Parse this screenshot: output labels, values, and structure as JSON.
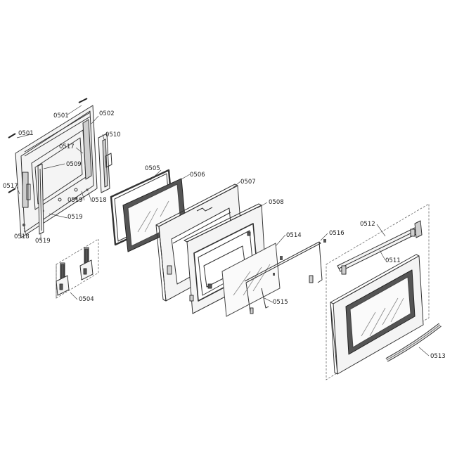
{
  "callouts": [
    {
      "id": "c0501a",
      "label": "0501"
    },
    {
      "id": "c0501b",
      "label": "0501"
    },
    {
      "id": "c0502",
      "label": "0502"
    },
    {
      "id": "c0510",
      "label": "0510"
    },
    {
      "id": "c0517a",
      "label": "0517"
    },
    {
      "id": "c0509",
      "label": "0509"
    },
    {
      "id": "c0517b",
      "label": "0517"
    },
    {
      "id": "c0519a",
      "label": "0519"
    },
    {
      "id": "c0518a",
      "label": "0518"
    },
    {
      "id": "c0519b",
      "label": "0519"
    },
    {
      "id": "c0518b",
      "label": "0518"
    },
    {
      "id": "c0519c",
      "label": "0519"
    },
    {
      "id": "c0504",
      "label": "0504"
    },
    {
      "id": "c0505",
      "label": "0505"
    },
    {
      "id": "c0506",
      "label": "0506"
    },
    {
      "id": "c0507",
      "label": "0507"
    },
    {
      "id": "c0508",
      "label": "0508"
    },
    {
      "id": "c0514",
      "label": "0514"
    },
    {
      "id": "c0516",
      "label": "0516"
    },
    {
      "id": "c0515",
      "label": "0515"
    },
    {
      "id": "c0512",
      "label": "0512"
    },
    {
      "id": "c0511",
      "label": "0511"
    },
    {
      "id": "c0513",
      "label": "0513"
    }
  ]
}
